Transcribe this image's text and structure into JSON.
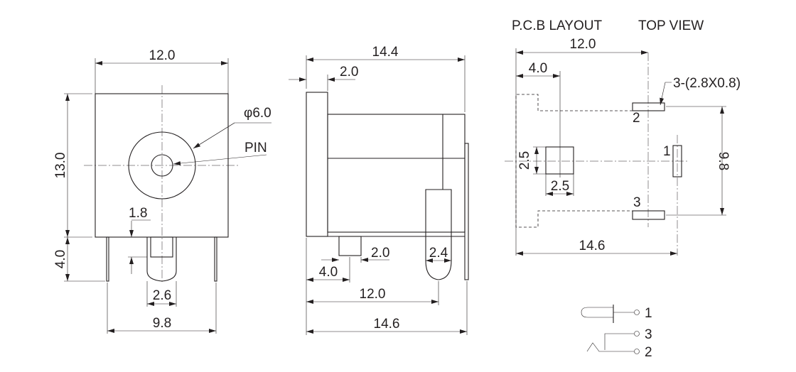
{
  "front_view": {
    "width": "12.0",
    "height": "13.0",
    "pin_length": "4.0",
    "diameter": "φ6.0",
    "pin_label": "PIN",
    "offset": "1.8",
    "center_pin_width": "2.6",
    "pin_spacing": "9.8"
  },
  "side_view": {
    "length": "14.4",
    "flange": "2.0",
    "pin_offset": "4.0",
    "pin_width": "2.0",
    "rear_pin_width": "2.4",
    "rear_pin_pos": "12.0",
    "total_length": "14.6"
  },
  "pcb_layout": {
    "title": "P.C.B LAYOUT",
    "view": "TOP VIEW",
    "width": "12.0",
    "center_offset": "4.0",
    "pad_spec": "3-(2.8X0.8)",
    "hole_h": "2.5",
    "hole_w": "2.5",
    "pad_spacing": "9.8",
    "total": "14.6",
    "pads": [
      "1",
      "2",
      "3"
    ]
  },
  "schematic": {
    "terminals": [
      "1",
      "3",
      "2"
    ]
  }
}
